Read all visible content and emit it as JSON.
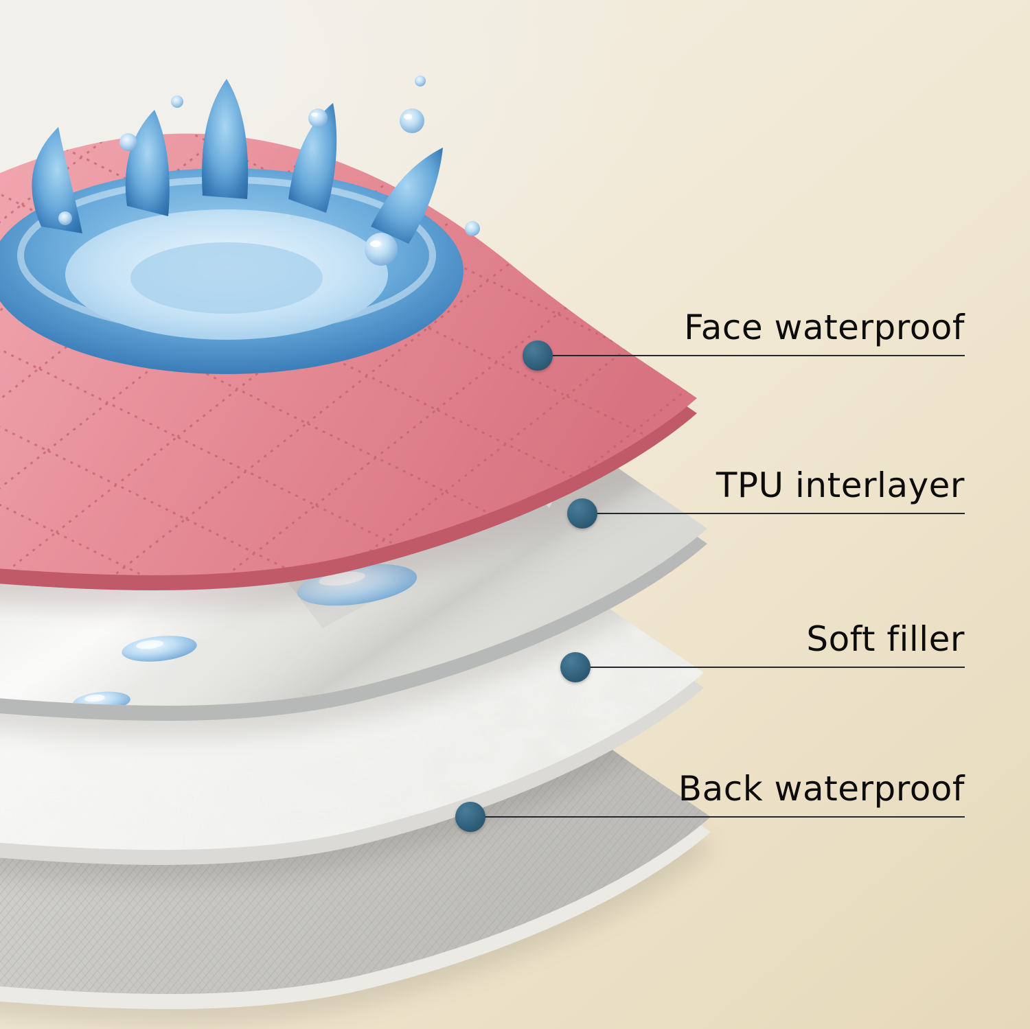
{
  "page": {
    "background_top": "#f3efe6",
    "background_bottom": "#e6d9ba"
  },
  "diagram": {
    "dot_color": "#2d5c77",
    "line_color": "#23282e",
    "text_color": "#0c0c0c",
    "water_color": "#5ea2d8",
    "layers": [
      {
        "id": "face-waterproof",
        "label": "Face waterproof",
        "color": "#e58b96"
      },
      {
        "id": "tpu-interlayer",
        "label": "TPU interlayer",
        "color": "#ececea"
      },
      {
        "id": "soft-filler",
        "label": "Soft filler",
        "color": "#ffffff"
      },
      {
        "id": "back-waterproof",
        "label": "Back waterproof",
        "color": "#c8c7c3"
      }
    ]
  }
}
